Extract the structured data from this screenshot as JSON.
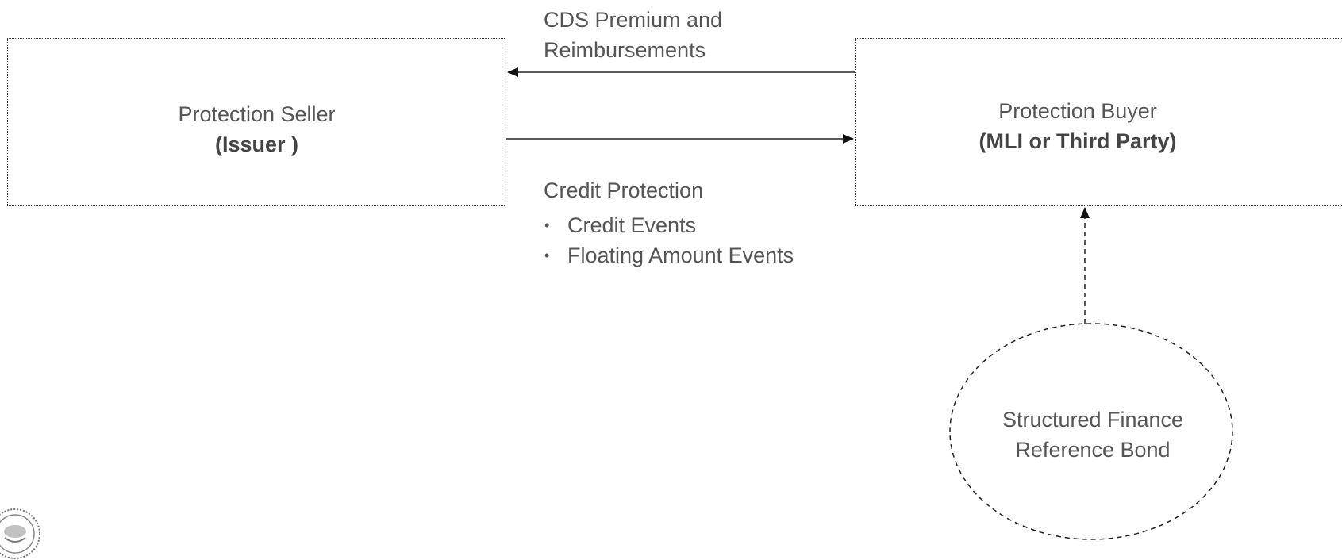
{
  "seller": {
    "line1": "Protection Seller",
    "line2": "(Issuer )"
  },
  "buyer": {
    "line1": "Protection Buyer",
    "line2": "(MLI or Third Party)"
  },
  "premium_flow": {
    "line1": "CDS Premium and",
    "line2": "Reimbursements"
  },
  "protection_flow": {
    "title": "Credit Protection",
    "items": [
      "Credit Events",
      "Floating Amount Events"
    ]
  },
  "reference_bond": {
    "line1": "Structured Finance",
    "line2": "Reference Bond"
  },
  "icons": {
    "bullet": "•",
    "seal": "seal-logo"
  }
}
